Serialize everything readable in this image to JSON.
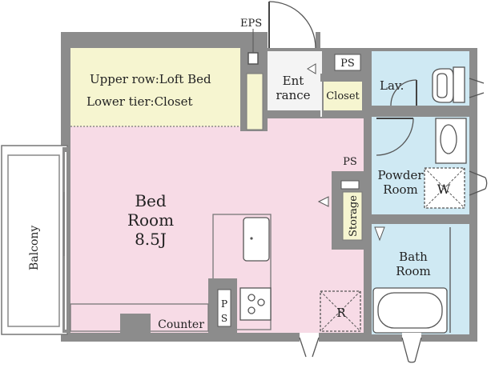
{
  "labels": {
    "eps": "EPS",
    "loft_line1": "Upper row:Loft Bed",
    "loft_line2": "Lower tier:Closet",
    "entrance_line1": "Ent",
    "entrance_line2": "rance",
    "closet": "Closet",
    "ps_top": "PS",
    "lav": "Lav.",
    "bedroom_line1": "Bed",
    "bedroom_line2": "Room",
    "bedroom_size": "8.5J",
    "ps_mid": "PS",
    "powder_line1": "Powder",
    "powder_line2": "Room",
    "washer": "W",
    "storage": "Storage",
    "balcony": "Balcony",
    "bath_line1": "Bath",
    "bath_line2": "Room",
    "refrigerator": "R",
    "counter": "Counter",
    "ps_kitchen_1": "P",
    "ps_kitchen_2": "S"
  },
  "colors": {
    "wall": "#8c8c8c",
    "bedroom": "#f7dbe6",
    "loft": "#f6f5d0",
    "wet": "#cfe9f3",
    "hall": "#f4f4f4",
    "balcony": "#ffffff",
    "storage": "#f6f5d0"
  }
}
